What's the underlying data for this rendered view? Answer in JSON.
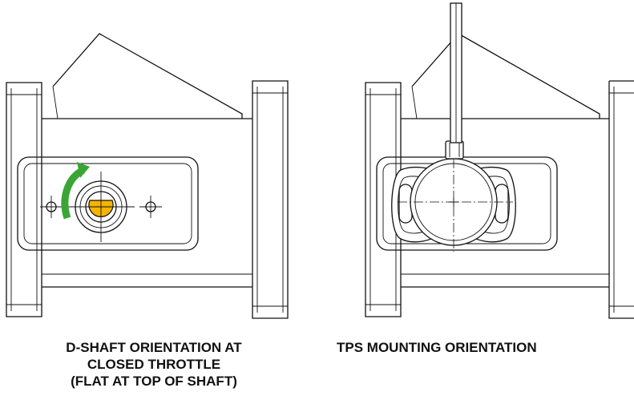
{
  "captions": {
    "left_line1": "D-SHAFT ORIENTATION AT",
    "left_line2": "CLOSED THROTTLE",
    "left_line3": "(FLAT AT TOP OF SHAFT)",
    "right": "TPS MOUNTING ORIENTATION"
  },
  "colors": {
    "shaft_flat": "#F5B400",
    "rotation_arrow": "#3AA535",
    "line": "#111111"
  },
  "icons": {
    "rotation_arrow": "curved-arrow-icon"
  }
}
